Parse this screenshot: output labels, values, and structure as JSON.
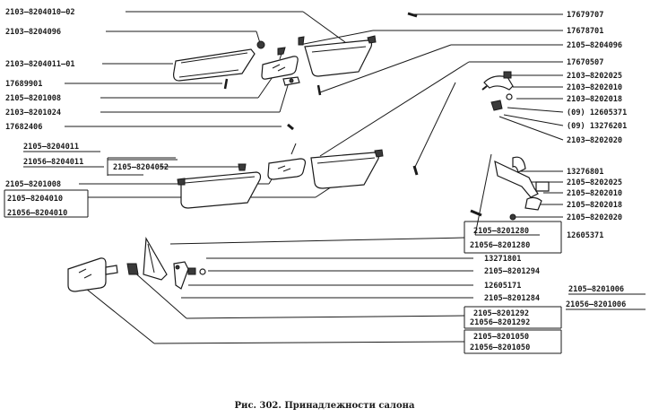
{
  "labels": {
    "l01": "2103–8204010–02",
    "l02": "2103–8204096",
    "l03": "2103–8204011–01",
    "l04": "17689901",
    "l05": "2105–8201008",
    "l06": "2103–8201024",
    "l07": "17682406",
    "l08": "2105–8204011",
    "l09": "21056–8204011",
    "l10": "2105–8204052",
    "l11": "2105–8201008",
    "l12": "2105–8204010",
    "l13": "21056–8204010",
    "r01": "17679707",
    "r02": "17678701",
    "r03": "2105–8204096",
    "r04": "17670507",
    "r05": "2103–8202025",
    "r06": "2103–8202010",
    "r07": "2103–8202018",
    "r08": "(09) 12605371",
    "r09": "(09) 13276201",
    "r10": "2103–8202020",
    "r11": "13276801",
    "r12": "2105–8202025",
    "r13": "2105–8202010",
    "r14": "2105–8202018",
    "r15": "2105–8202020",
    "r16": "12605371",
    "b01": "2105–8201280",
    "b02": "21056–8201280",
    "b03": "13271801",
    "b04": "2105–8201294",
    "b05": "12605171",
    "b06": "2105–8201284",
    "b07": "2105–8201292",
    "b08": "21056–8201292",
    "b09": "2105–8201050",
    "b10": "21056–8201050",
    "f01": "2105–8201006",
    "f02": "21056–8201006"
  },
  "caption": "Рис. 302. Принадлежности салона"
}
